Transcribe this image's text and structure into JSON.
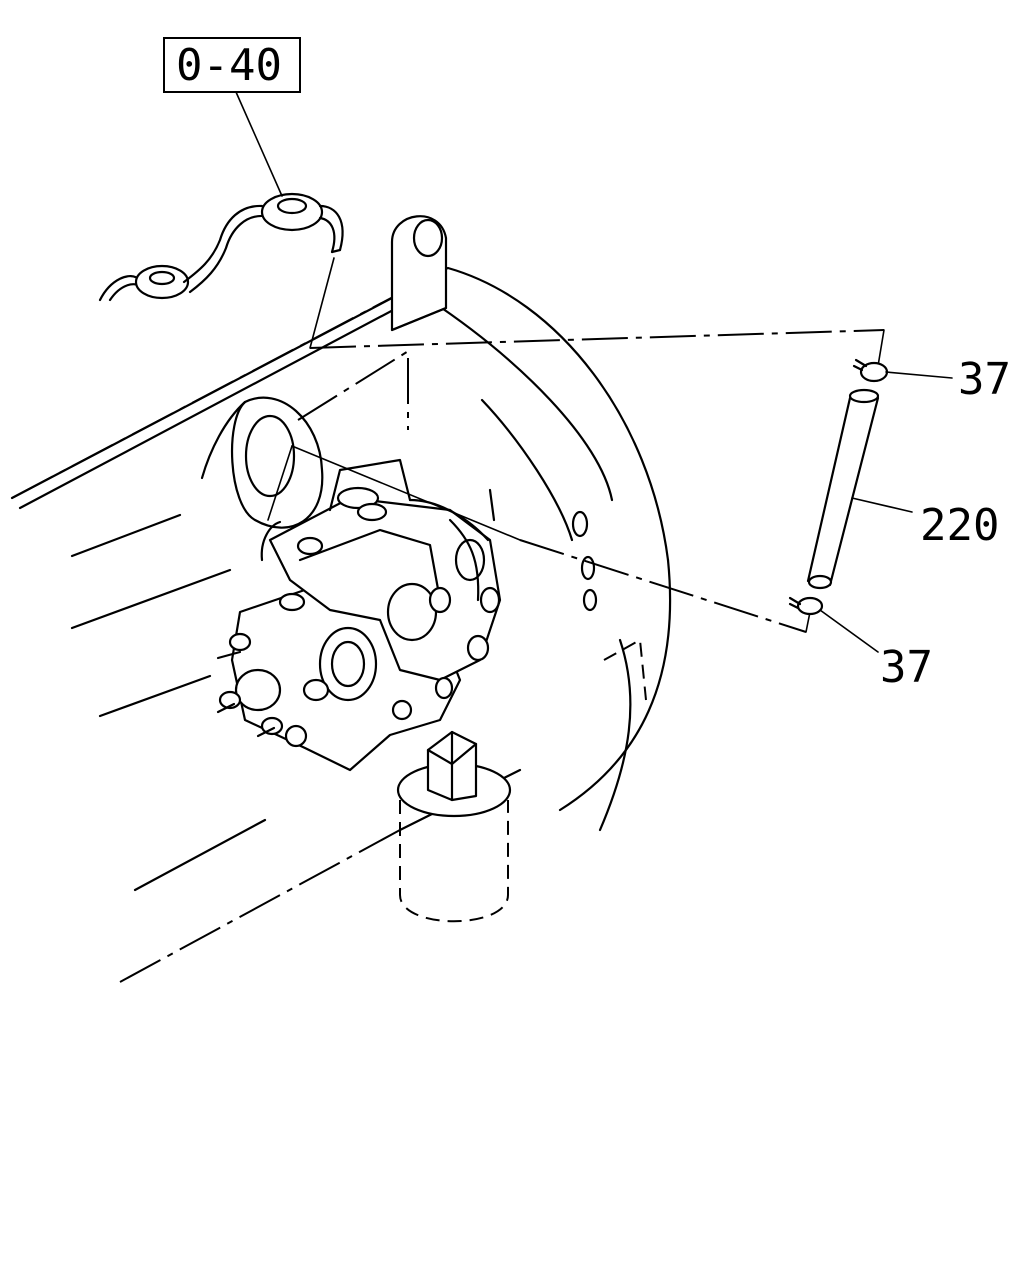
{
  "reference_box": {
    "label": "0-40"
  },
  "callouts": [
    {
      "id": "clip-upper",
      "label": "37"
    },
    {
      "id": "hose",
      "label": "220"
    },
    {
      "id": "clip-lower",
      "label": "37"
    }
  ]
}
